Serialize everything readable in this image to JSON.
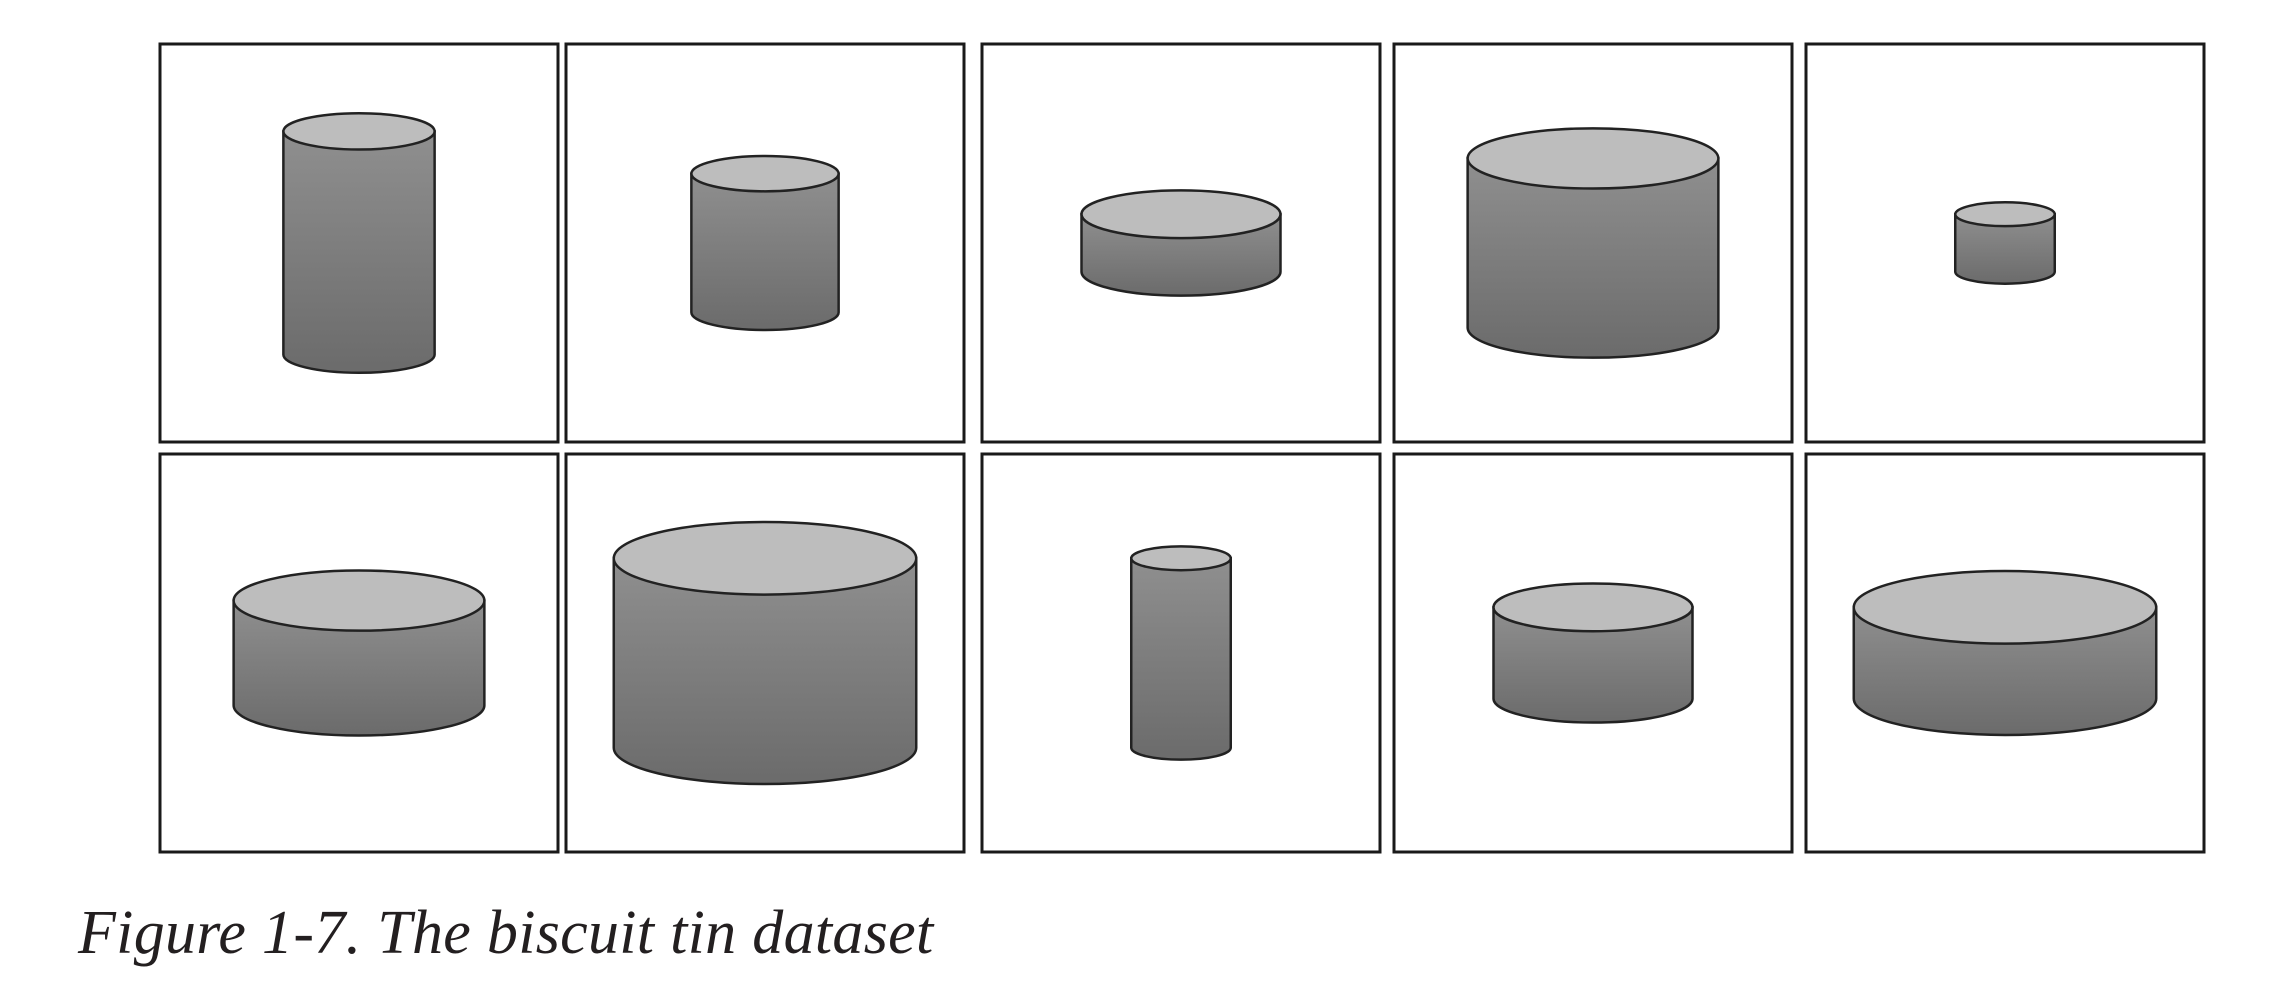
{
  "caption": {
    "label": "Figure 1-7.",
    "title": "The biscuit tin dataset"
  },
  "colors": {
    "panel_border": "#1a1a1a",
    "tin_outline": "#222222",
    "tin_top": "#bdbdbd",
    "tin_side_light": "#8f8f8f",
    "tin_side_dark": "#6b6b6b"
  },
  "tins": [
    {
      "radius": 0.38,
      "height": 0.66
    },
    {
      "radius": 0.37,
      "height": 0.41
    },
    {
      "radius": 0.5,
      "height": 0.17
    },
    {
      "radius": 0.63,
      "height": 0.5
    },
    {
      "radius": 0.25,
      "height": 0.17
    },
    {
      "radius": 0.63,
      "height": 0.31
    },
    {
      "radius": 0.76,
      "height": 0.56
    },
    {
      "radius": 0.25,
      "height": 0.56
    },
    {
      "radius": 0.5,
      "height": 0.27
    },
    {
      "radius": 0.76,
      "height": 0.27
    }
  ]
}
